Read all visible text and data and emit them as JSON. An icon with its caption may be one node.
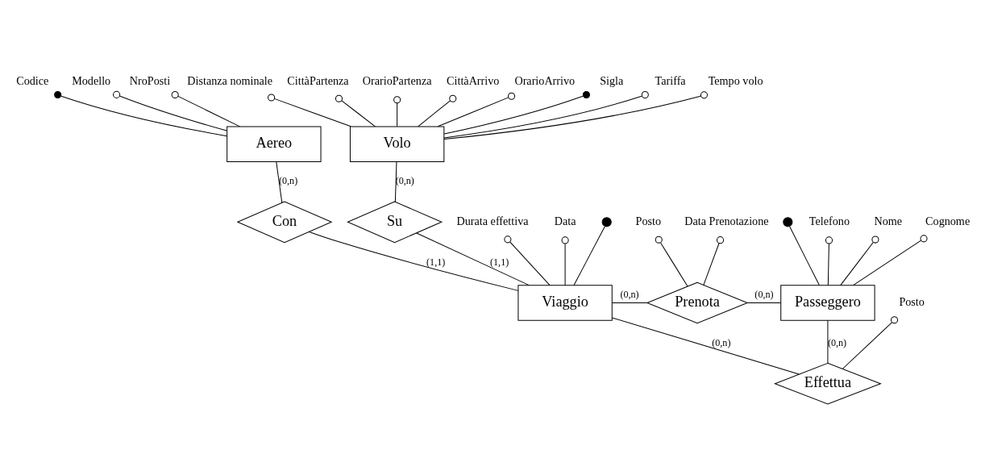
{
  "diagram": {
    "nodes": [
      {
        "text": [
          "Codice"
        ]
      },
      {
        "text": [
          "Modello"
        ]
      },
      {
        "text": [
          "NroPosti"
        ]
      },
      {
        "text": [
          "Sigla"
        ]
      },
      {
        "text": [
          "Tariffa"
        ]
      },
      {
        "text": [
          "Tempo volo"
        ]
      },
      {
        "text": [
          "Distanza nominale"
        ]
      },
      {
        "text": [
          "Aereo"
        ]
      },
      {
        "text": [
          "Volo"
        ]
      },
      {
        "text": [
          "CittàPartenza"
        ]
      },
      {
        "text": [
          "OrarioPartenza"
        ]
      },
      {
        "text": [
          "CittàArrivo"
        ]
      },
      {
        "text": [
          "OrarioArrivo"
        ]
      },
      {
        "text": [
          "Con"
        ]
      },
      {
        "text": [
          "Su"
        ]
      },
      {
        "text": [
          "Data Prenotazione"
        ]
      },
      {
        "text": [
          "Posto"
        ]
      },
      {
        "text": [
          "Durata effettiva"
        ]
      },
      {
        "text": [
          "Data"
        ]
      },
      {
        "text": [
          "Prenota"
        ]
      },
      {
        "text": [
          "Telefono"
        ]
      },
      {
        "text": [
          "Nome"
        ]
      },
      {
        "text": [
          "Cognome"
        ]
      },
      {
        "text": [],
        "shape": "circle"
      },
      {
        "text": [],
        "shape": "circle"
      },
      {
        "text": [
          "Viaggio"
        ]
      },
      {
        "text": [
          "Passeggero"
        ]
      },
      {
        "text": [
          "Effettua"
        ]
      },
      {
        "text": [
          "Posto"
        ]
      }
    ],
    "edges": [
      {
        "from": 0,
        "to": 7,
        "arrow": "other"
      },
      {
        "from": 1,
        "to": 7,
        "arrow": "other"
      },
      {
        "from": 2,
        "to": 7,
        "arrow": "other"
      },
      {
        "from": 3,
        "to": 8,
        "arrow": "other"
      },
      {
        "from": 4,
        "to": 8,
        "arrow": "other"
      },
      {
        "from": 5,
        "to": 8,
        "arrow": "other"
      },
      {
        "from": 6,
        "to": 8,
        "arrow": "other"
      },
      {
        "from": 9,
        "to": 8,
        "arrow": "other"
      },
      {
        "from": 10,
        "to": 8,
        "arrow": "other"
      },
      {
        "from": 11,
        "to": 8,
        "arrow": "other"
      },
      {
        "from": 12,
        "to": 8,
        "arrow": "other"
      },
      {
        "from": 7,
        "to": 13,
        "arrow": "none",
        "label": "(0,n)"
      },
      {
        "from": 8,
        "to": 14,
        "arrow": "none",
        "label": "(0,n)"
      },
      {
        "from": 13,
        "to": 25,
        "arrow": "none",
        "label": "(1,1)"
      },
      {
        "from": 14,
        "to": 25,
        "arrow": "none",
        "label": "(1,1)"
      },
      {
        "from": 17,
        "to": 25,
        "arrow": "other"
      },
      {
        "from": 18,
        "to": 25,
        "arrow": "other"
      },
      {
        "from": 23,
        "to": 25,
        "arrow": "none"
      },
      {
        "from": 15,
        "to": 19,
        "arrow": "other"
      },
      {
        "from": 16,
        "to": 19,
        "arrow": "other"
      },
      {
        "from": 25,
        "to": 19,
        "arrow": "none",
        "label": "(0,n)"
      },
      {
        "from": 19,
        "to": 26,
        "arrow": "none",
        "label": "(0,n)"
      },
      {
        "from": 20,
        "to": 26,
        "arrow": "other"
      },
      {
        "from": 21,
        "to": 26,
        "arrow": "other"
      },
      {
        "from": 22,
        "to": 26,
        "arrow": "other"
      },
      {
        "from": 24,
        "to": 26,
        "arrow": "none"
      },
      {
        "from": 25,
        "to": 27,
        "arrow": "none",
        "label": "(0,n)"
      },
      {
        "from": 27,
        "to": 26,
        "arrow": "none",
        "label": "(0,n)"
      },
      {
        "from": 28,
        "to": 27,
        "arrow": "other"
      }
    ]
  }
}
